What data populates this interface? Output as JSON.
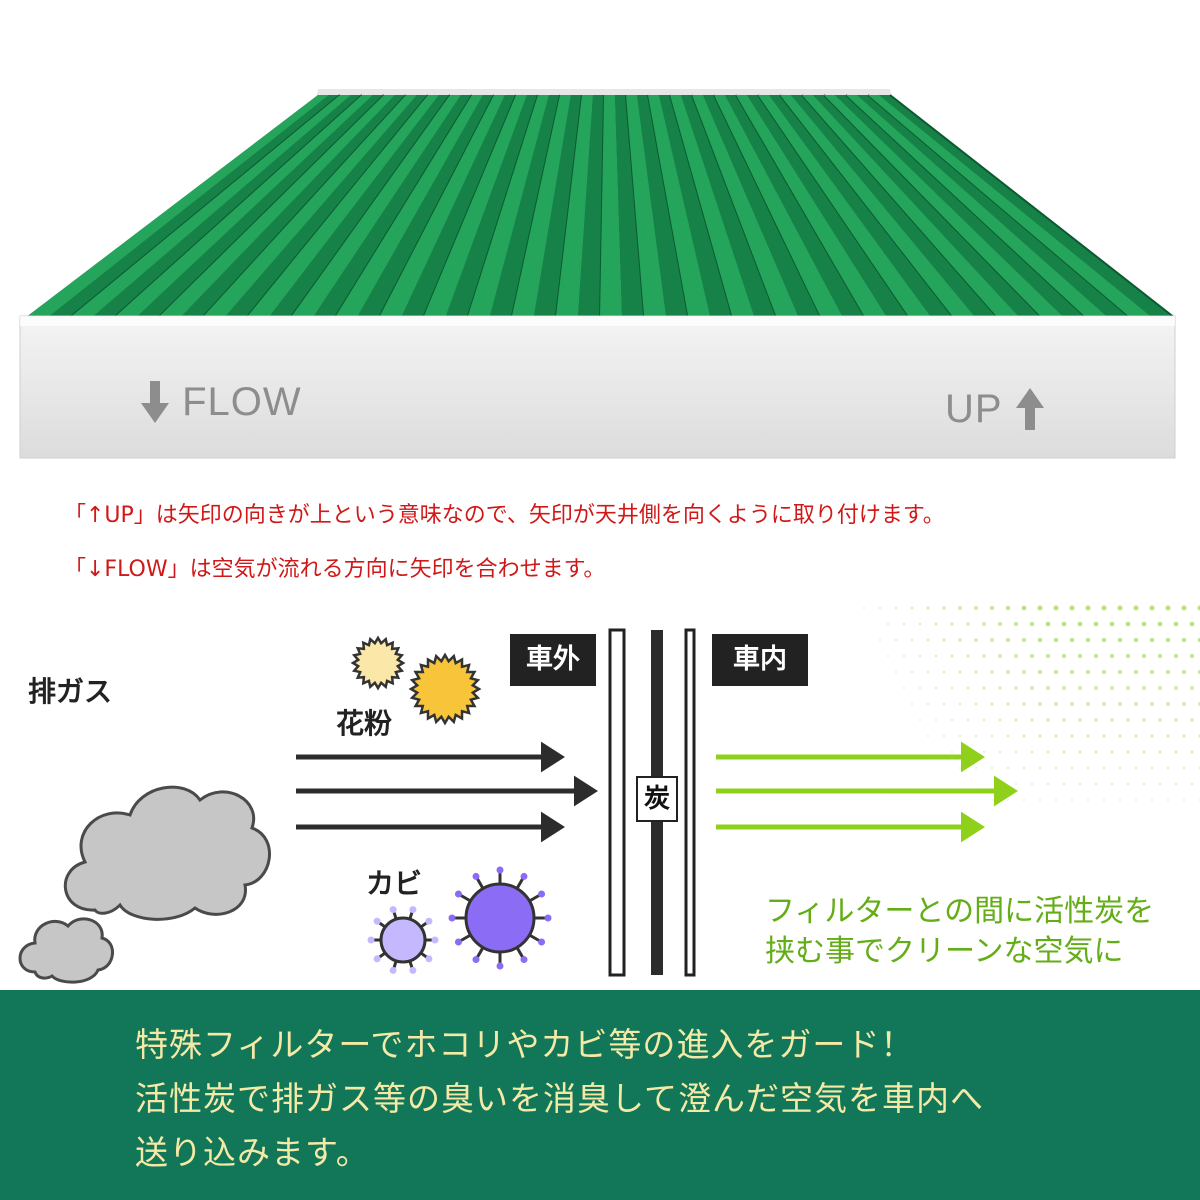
{
  "product_photo": {
    "flow_label": "FLOW",
    "up_label": "UP",
    "flow_arrow_icon": "arrow-down-icon",
    "up_arrow_icon": "arrow-up-icon",
    "media_color": "#1e9a55",
    "frame_color": "#ebeaea"
  },
  "instructions": {
    "line1": "「↑UP」は矢印の向きが上という意味なので、矢印が天井側を向くように取り付けます。",
    "line2": "「↓FLOW」は空気が流れる方向に矢印を合わせます。",
    "color": "#d01818"
  },
  "diagram": {
    "exhaust_label": "排ガス",
    "pollen_label": "花粉",
    "mold_label": "カビ",
    "outside_label": "車外",
    "inside_label": "車内",
    "charcoal_label": "炭",
    "caption_line1": "フィルターとの間に活性炭を",
    "caption_line2": "挟む事でクリーンな空気に",
    "caption_color": "#63ad16",
    "dirty_arrow_color": "#2c2c2c",
    "clean_arrow_color": "#8fd11a",
    "icons": [
      "cloud-icon",
      "pollen-icon",
      "mold-spore-icon"
    ]
  },
  "banner": {
    "line1": "特殊フィルターでホコリやカビ等の進入をガード！",
    "line2": "活性炭で排ガス等の臭いを消臭して澄んだ空気を車内へ",
    "line3": "送り込みます。",
    "background": "#117758",
    "text_color": "#f5e9a8"
  }
}
